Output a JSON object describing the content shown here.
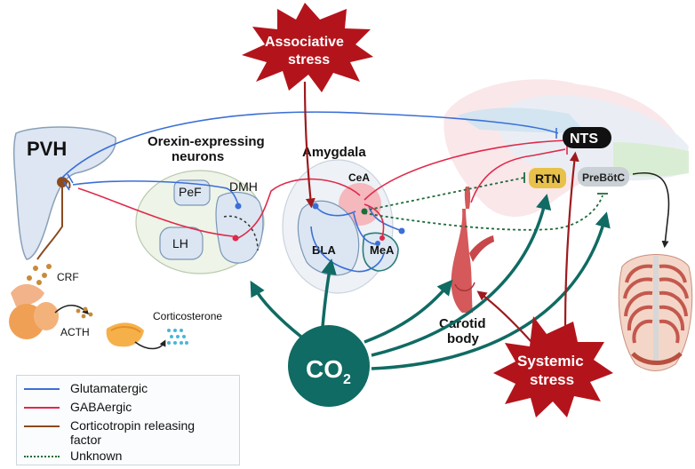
{
  "labels": {
    "pvh": "PVH",
    "orexin_title_1": "Orexin-expressing",
    "orexin_title_2": "neurons",
    "pef": "PeF",
    "dmh": "DMH",
    "lh": "LH",
    "amygdala": "Amygdala",
    "cea": "CeA",
    "bla": "BLA",
    "mea": "MeA",
    "nts": "NTS",
    "rtn": "RTN",
    "prebotc": "PreBötC",
    "carotid_1": "Carotid",
    "carotid_2": "body",
    "crf": "CRF",
    "acth": "ACTH",
    "corticosterone": "Corticosterone",
    "co2_base": "CO",
    "co2_sub": "2",
    "assoc_1": "Associative",
    "assoc_2": "stress",
    "systemic_1": "Systemic",
    "systemic_2": "stress"
  },
  "legend": [
    {
      "label": "Glutamatergic",
      "color": "#3b6fd6",
      "style": "solid"
    },
    {
      "label": "GABAergic",
      "color": "#e0294a",
      "style": "solid"
    },
    {
      "label": "Corticotropin releasing factor",
      "color": "#8b4a1f",
      "style": "solid"
    },
    {
      "label": "Unknown",
      "color": "#1f6b3a",
      "style": "dotted"
    }
  ],
  "colors": {
    "glutamatergic": "#3b6fd6",
    "gabaergic": "#e0294a",
    "crf": "#8b4a1f",
    "unknown": "#1f6b3a",
    "co2": "#0f6b63",
    "stress_burst": "#b3141b",
    "nts_fill": "#111111",
    "rtn_fill": "#e8c14a",
    "prebotc_fill": "#c9d0d6"
  }
}
